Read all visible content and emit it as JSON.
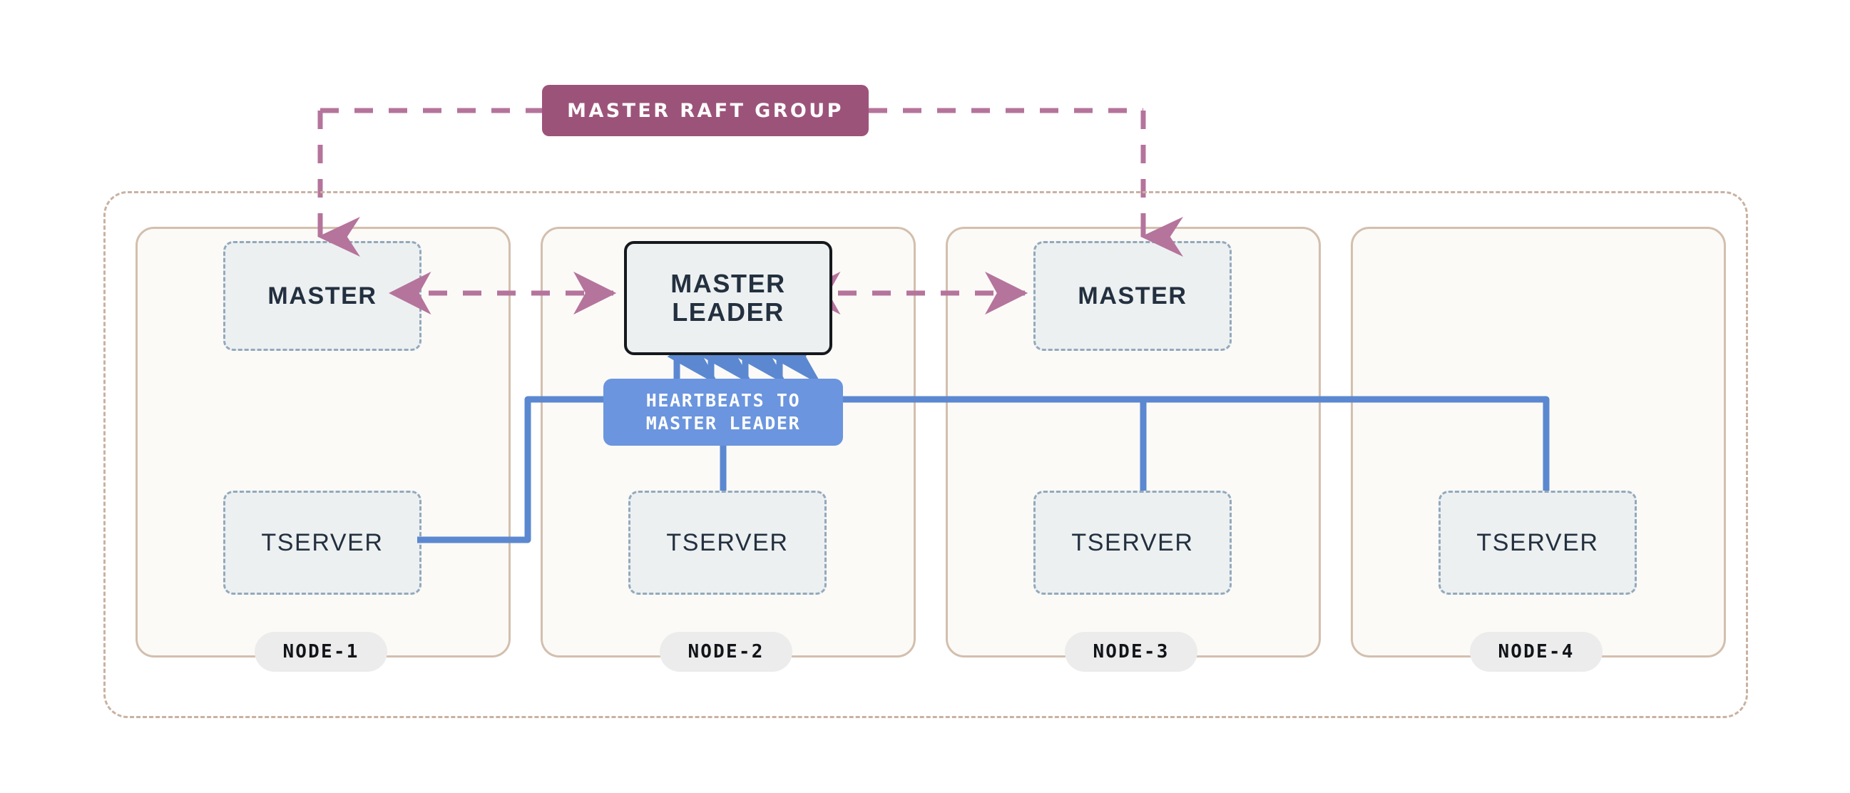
{
  "diagram": {
    "title": "Master Raft Group",
    "raft_group": {
      "label": "MASTER RAFT GROUP",
      "color": "#9c5379"
    },
    "heartbeats": {
      "line1": "HEARTBEATS TO",
      "line2": "MASTER LEADER",
      "color": "#6b95de"
    },
    "leader": {
      "line1": "MASTER",
      "line2": "LEADER",
      "border_color": "#15181c",
      "fill_color": "#edf0f1"
    },
    "service_labels": {
      "master": "MASTER",
      "tserver": "TSERVER"
    },
    "colors": {
      "cluster_outline": "#c9b2a2",
      "node_card_border": "#d3bfae",
      "node_card_fill": "#fbfaf7",
      "service_border": "#93a9bc",
      "service_fill": "#edf0f1",
      "raft_arrow": "#b5749c",
      "heartbeat_arrow": "#5b88d0",
      "text_dark": "#23303f",
      "node_pill_fill": "#ececec"
    },
    "nodes": [
      {
        "id": "node-1",
        "label": "NODE-1",
        "has_master": true,
        "has_tserver": true
      },
      {
        "id": "node-2",
        "label": "NODE-2",
        "has_master": true,
        "has_tserver": true,
        "master_is_leader": true
      },
      {
        "id": "node-3",
        "label": "NODE-3",
        "has_master": true,
        "has_tserver": true
      },
      {
        "id": "node-4",
        "label": "NODE-4",
        "has_master": false,
        "has_tserver": true
      }
    ]
  }
}
